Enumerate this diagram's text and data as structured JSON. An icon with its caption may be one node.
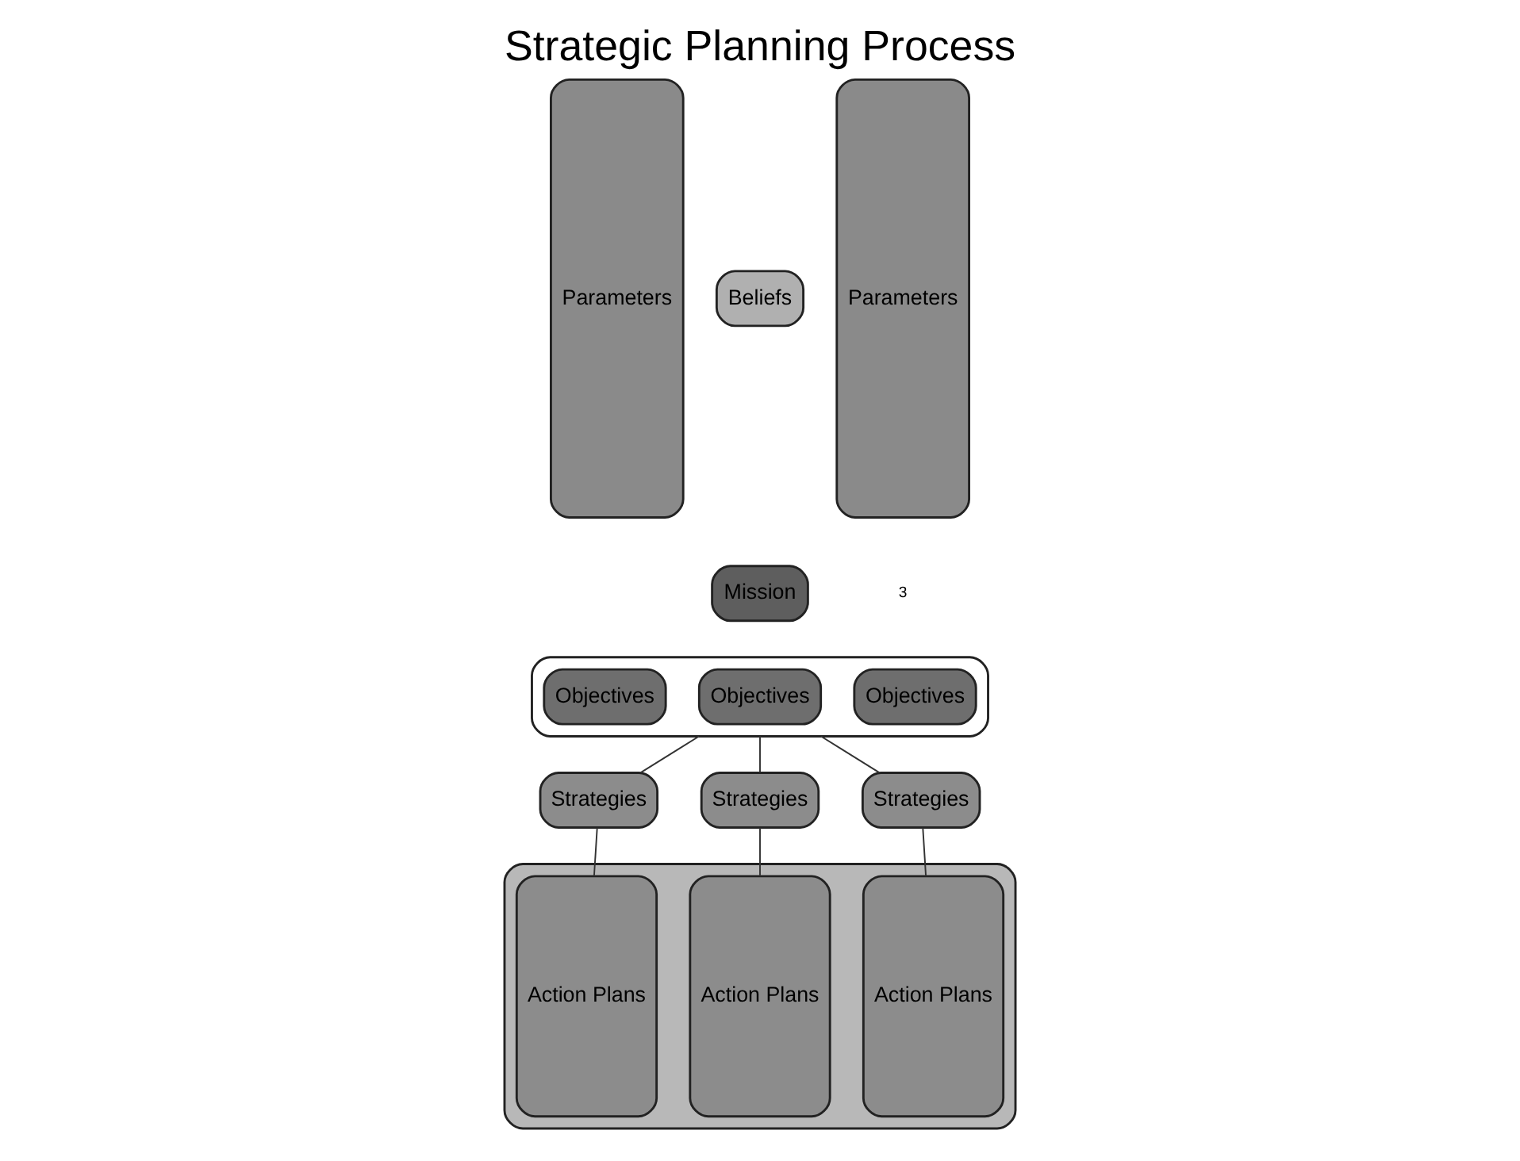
{
  "diagram": {
    "title": "Strategic Planning Process",
    "nodes": [
      {
        "text": [
          "Parameters"
        ]
      },
      {
        "text": [
          "Beliefs"
        ]
      },
      {
        "text": [
          "Mission"
        ]
      },
      {
        "text": [],
        "shape": "box"
      },
      {
        "text": [
          "Objectives"
        ],
        "in": 3
      },
      {
        "text": [
          "Objectives"
        ],
        "in": 3
      },
      {
        "text": [
          "Objectives"
        ],
        "in": 3
      },
      {
        "text": [
          "Strategies"
        ]
      },
      {
        "text": [
          "Strategies"
        ]
      },
      {
        "text": [
          "Strategies"
        ]
      },
      {
        "text": [],
        "shape": "box"
      },
      {
        "text": [
          "Action Plans"
        ],
        "in": 10
      },
      {
        "text": [
          "Action Plans"
        ],
        "in": 10
      },
      {
        "text": [
          "Action Plans"
        ],
        "in": 10
      },
      {
        "text": [
          "Parameters"
        ]
      }
    ],
    "edges": [
      {
        "from": 3,
        "to": 7,
        "arrow": "none"
      },
      {
        "from": 3,
        "to": 8,
        "arrow": "none"
      },
      {
        "from": 3,
        "to": 9,
        "arrow": "none"
      },
      {
        "from": 7,
        "to": 11,
        "arrow": "none"
      },
      {
        "from": 8,
        "to": 12,
        "arrow": "none"
      },
      {
        "from": 9,
        "to": 13,
        "arrow": "none"
      }
    ],
    "labels": [
      "3"
    ]
  }
}
